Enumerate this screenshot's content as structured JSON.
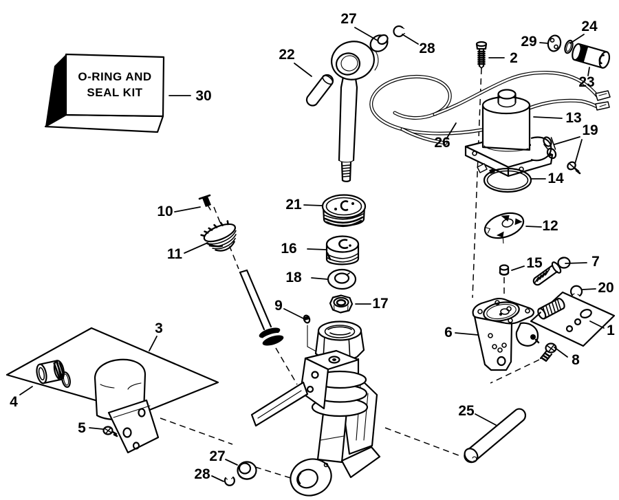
{
  "colors": {
    "ink": "#000000",
    "paper": "#ffffff"
  },
  "kit_box": {
    "line1": "O-RING AND",
    "line2": "SEAL KIT"
  },
  "callouts": {
    "c1": "1",
    "c2": "2",
    "c3": "3",
    "c4": "4",
    "c5": "5",
    "c6": "6",
    "c7": "7",
    "c8": "8",
    "c9": "9",
    "c10": "10",
    "c11": "11",
    "c12": "12",
    "c13": "13",
    "c14": "14",
    "c15": "15",
    "c16": "16",
    "c17": "17",
    "c18": "18",
    "c19": "19",
    "c20": "20",
    "c21": "21",
    "c22": "22",
    "c23": "23",
    "c24": "24",
    "c25": "25",
    "c26": "26",
    "c27_top": "27",
    "c27_bottom": "27",
    "c28_top": "28",
    "c28_bottom": "28",
    "c29": "29",
    "c30": "30"
  }
}
